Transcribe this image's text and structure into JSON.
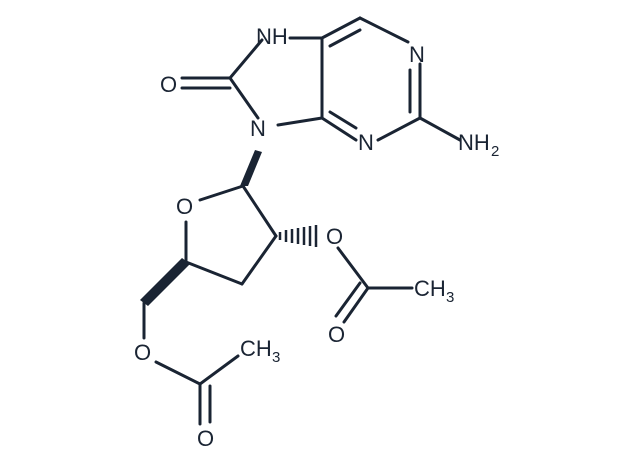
{
  "molecule": {
    "atoms": {
      "oxo_o": "O",
      "n7_h": "NH",
      "n1": "N",
      "n3": "N",
      "n9": "N",
      "nh2": "NH",
      "nh2_sub": "2",
      "ring_o": "O",
      "o3": "O",
      "o3_carbonyl": "O",
      "ch3_a": "CH",
      "ch3_a_sub": "3",
      "o5": "O",
      "o5_carbonyl": "O",
      "ch3_b": "CH",
      "ch3_b_sub": "3"
    }
  }
}
